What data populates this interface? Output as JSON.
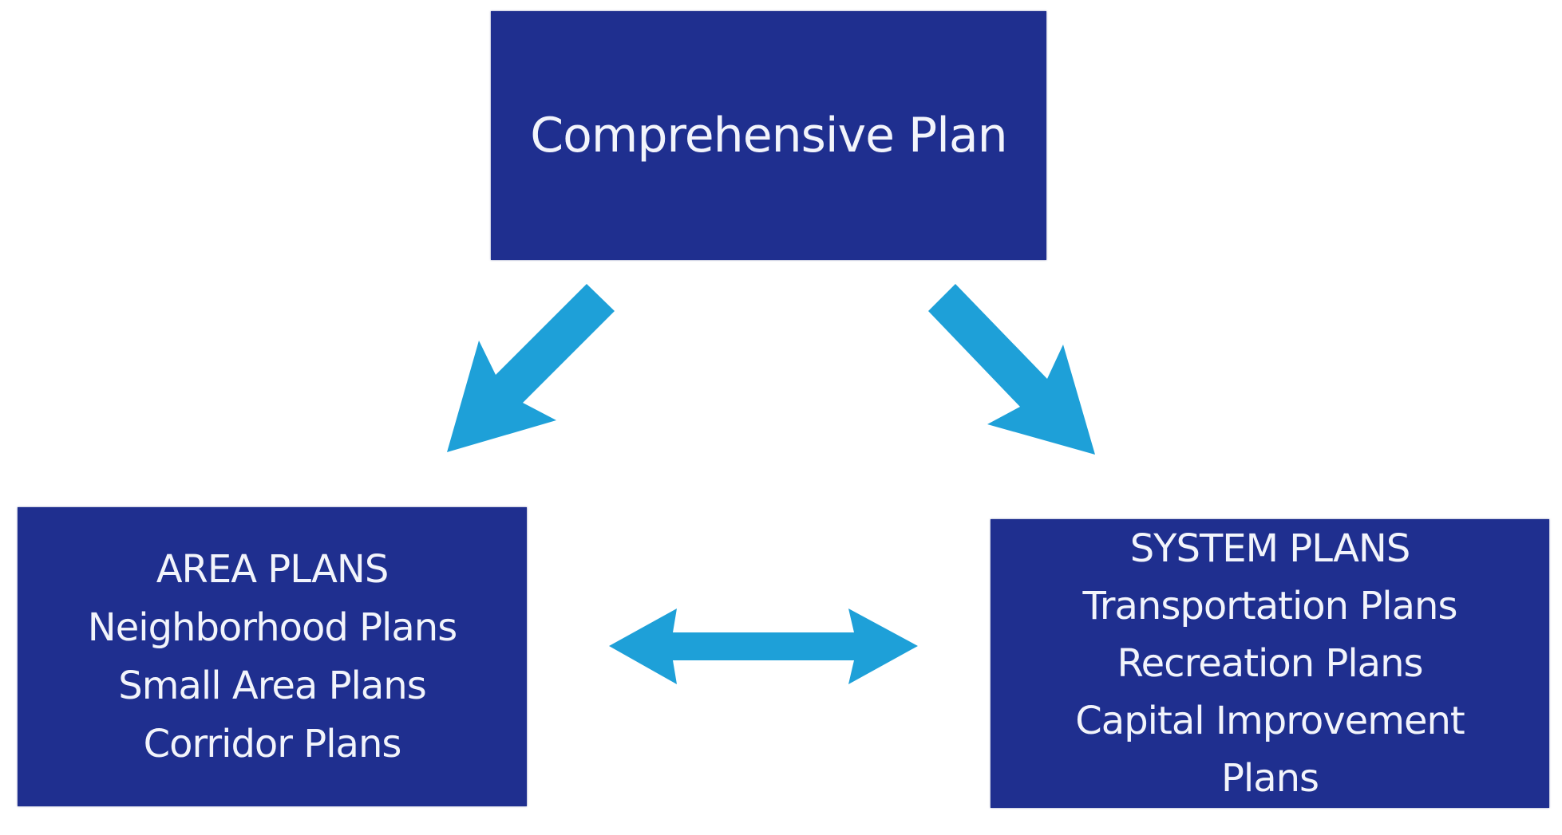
{
  "diagram": {
    "colors": {
      "box_fill": "#1f2f8f",
      "box_text": "#f2f4fb",
      "arrow": "#1ea0d8",
      "background": "#ffffff"
    },
    "top_box": {
      "title": "Comprehensive Plan"
    },
    "left_box": {
      "heading": "AREA PLANS",
      "items": [
        "Neighborhood Plans",
        "Small Area Plans",
        "Corridor Plans"
      ]
    },
    "right_box": {
      "heading": "SYSTEM PLANS",
      "items": [
        "Transportation Plans",
        "Recreation Plans",
        "Capital Improvement",
        "Plans"
      ]
    },
    "connections": [
      {
        "from": "Comprehensive Plan",
        "to": "AREA PLANS",
        "type": "one-way"
      },
      {
        "from": "Comprehensive Plan",
        "to": "SYSTEM PLANS",
        "type": "one-way"
      },
      {
        "from": "AREA PLANS",
        "to": "SYSTEM PLANS",
        "type": "two-way"
      }
    ]
  }
}
